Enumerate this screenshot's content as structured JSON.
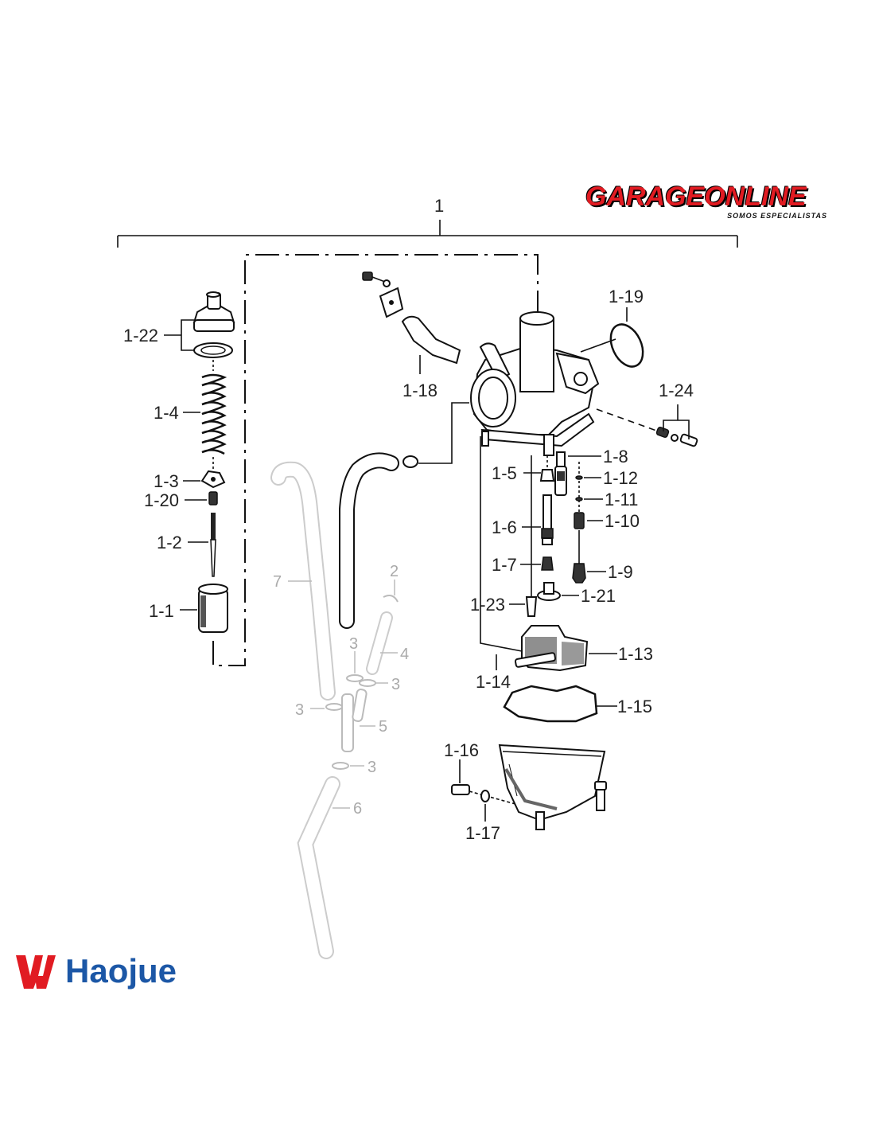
{
  "labels": {
    "assembly": "1",
    "p1_1": "1-1",
    "p1_2": "1-2",
    "p1_3": "1-3",
    "p1_4": "1-4",
    "p1_5": "1-5",
    "p1_6": "1-6",
    "p1_7": "1-7",
    "p1_8": "1-8",
    "p1_9": "1-9",
    "p1_10": "1-10",
    "p1_11": "1-11",
    "p1_12": "1-12",
    "p1_13": "1-13",
    "p1_14": "1-14",
    "p1_15": "1-15",
    "p1_16": "1-16",
    "p1_17": "1-17",
    "p1_18": "1-18",
    "p1_19": "1-19",
    "p1_20": "1-20",
    "p1_21": "1-21",
    "p1_22": "1-22",
    "p1_23": "1-23",
    "p1_24": "1-24",
    "p2": "2",
    "p3": "3",
    "p4": "4",
    "p5": "5",
    "p6": "6",
    "p7": "7"
  },
  "brand": {
    "garage_name": "GARAGEONLINE",
    "garage_tagline": "SOMOS ESPECIALISTAS",
    "garage_color": "#e11b22",
    "haojue_name": "Haojue",
    "haojue_color": "#1c57a6",
    "haojue_mark_color": "#e11b22"
  }
}
